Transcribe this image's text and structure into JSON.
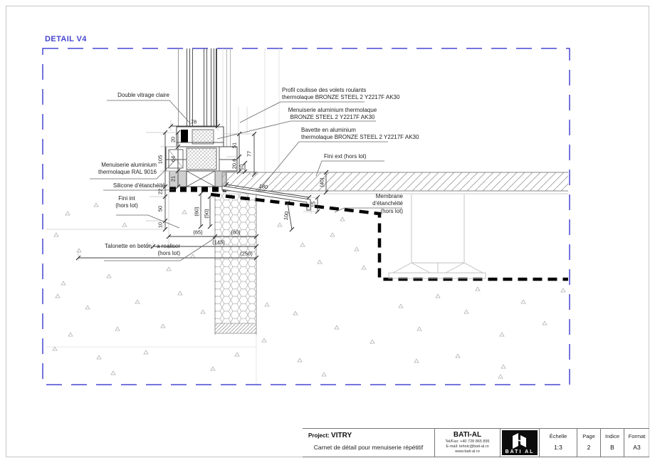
{
  "detail": {
    "title": "DETAIL V4"
  },
  "colors": {
    "detail_border": "#4747d2",
    "membrane": "#000000",
    "hatch": "#9a9a9a"
  },
  "labels": {
    "double_vitrage": "Double vitrage claire",
    "menuiserie_ral": "Menuiserie aluminium\nthermolaque RAL 9016",
    "silicone": "Silicone d'étanchéité",
    "fini_int": "Fini int\n(hors lot)",
    "talonette": "Talonette en beton - a realiser\n(hors lot)",
    "profil_coulisse": "Profil coulisse des volets roulants\nthermolaque BRONZE STEEL 2 Y2217F AK30",
    "menuiserie_bronze": "Menuiserie aluminium thermolaque\nBRONZE STEEL 2 Y2217F AK30",
    "bavette": "Bavette en aluminium\nthermolaque BRONZE STEEL 2 Y2217F AK30",
    "fini_ext": "Fini ext (hors lot)",
    "membrane": "Membrane d'étanchéité\n(hors lot)"
  },
  "dimensions": {
    "d78": "78",
    "d20": "20",
    "d105": "105",
    "d64": "64",
    "d21": "21",
    "d22": "22",
    "d50": "50",
    "d10_left": "10",
    "d51": "51",
    "d20_6": "20.6",
    "d10_right": "10",
    "d77": "77",
    "d180": "180",
    "d100": "100",
    "d15": "15",
    "d40": "(40)",
    "d60": "(60)",
    "d50p": "(50)",
    "d65": "(65)",
    "d80": "(80)",
    "d145": "(145)",
    "d250": "(250)"
  },
  "title_block": {
    "project_label": "Project:",
    "project_name": "VITRY",
    "description": "Carnet de détail pour menuiserie répétitif",
    "company": "BATI-AL",
    "phone": "Tel/Fax: +40 728 865 895",
    "email": "E-mail: tehnic@bati-al.ro",
    "website": "www.bati-al.ro",
    "logo_text": "BATI AL",
    "scale_label": "Échelle",
    "scale_value": "1:3",
    "page_label": "Page",
    "page_value": "2",
    "indice_label": "Indice",
    "indice_value": "B",
    "format_label": "Format",
    "format_value": "A3"
  }
}
